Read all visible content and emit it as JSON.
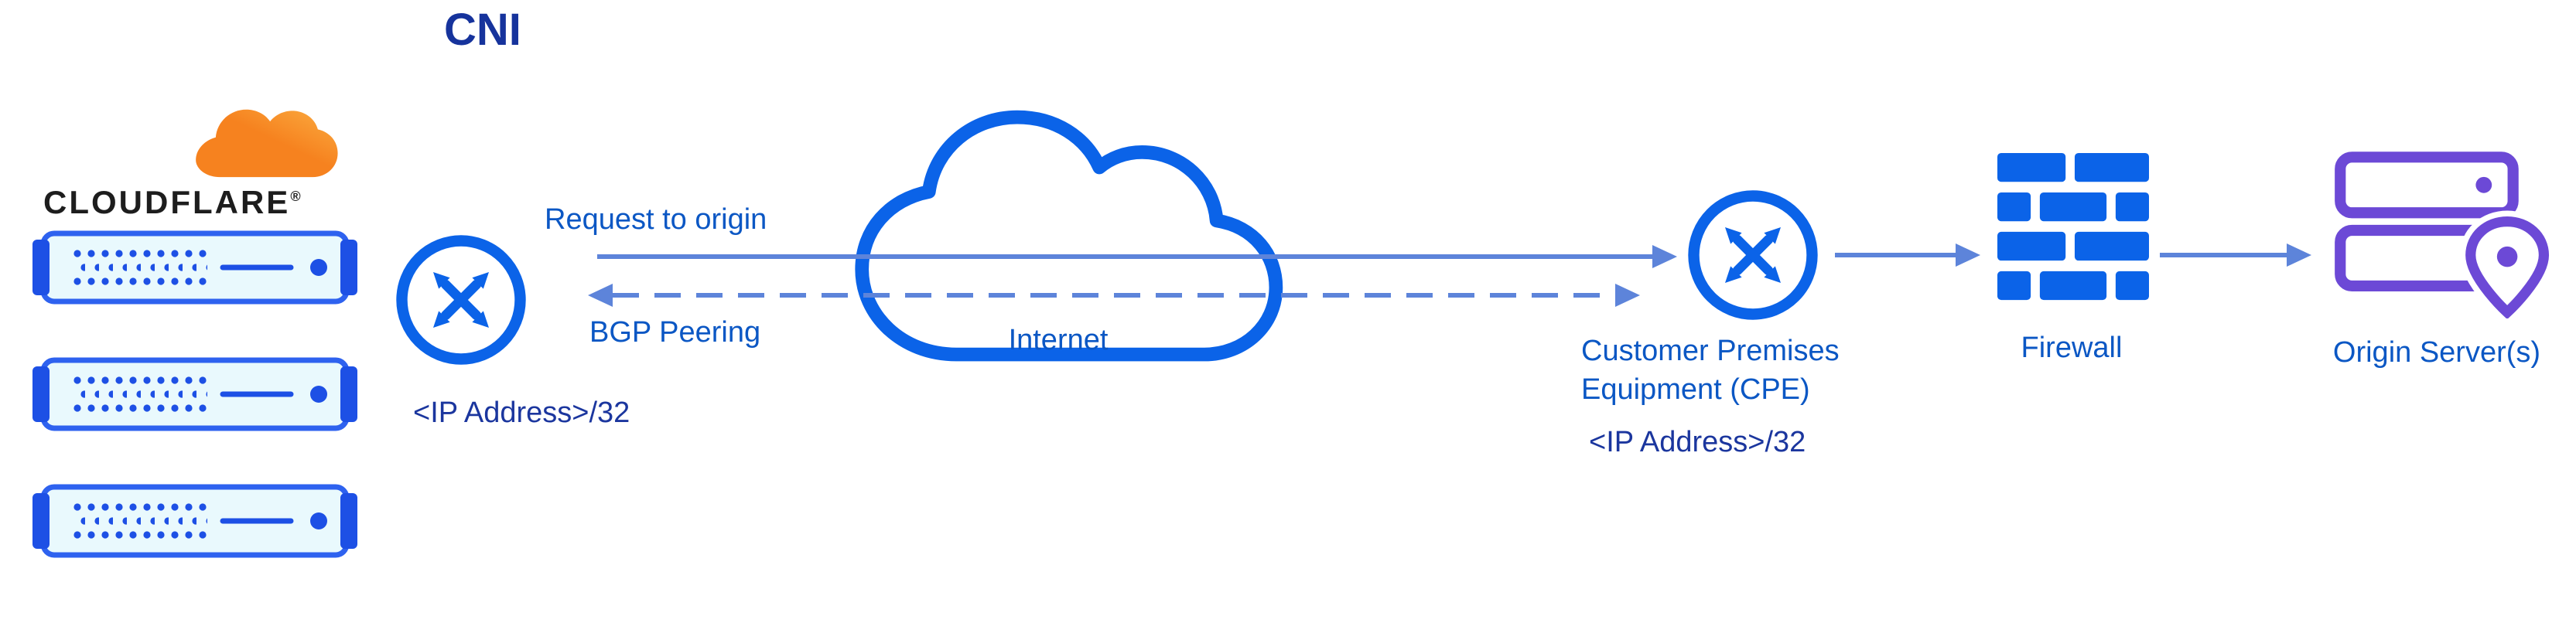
{
  "title": "CNI",
  "brand": {
    "wordmark": "CLOUDFLARE",
    "registered_mark": "®"
  },
  "nodes": {
    "cloudflare_edge": {
      "ip_label": "<IP Address>/32"
    },
    "internet": {
      "label": "Internet"
    },
    "cpe": {
      "label_line1": "Customer Premises",
      "label_line2": "Equipment (CPE)",
      "ip_label": "<IP Address>/32"
    },
    "firewall": {
      "label": "Firewall"
    },
    "origin": {
      "label": "Origin Server(s)"
    }
  },
  "edges": {
    "request_to_origin": {
      "label": "Request to origin",
      "style": "solid",
      "direction": "right"
    },
    "bgp_peering": {
      "label": "BGP Peering",
      "style": "dashed",
      "direction": "both"
    }
  },
  "colors": {
    "icon_blue": "#0b63e8",
    "arrow_blue": "#5d84da",
    "label_blue": "#0b57c4",
    "navy_text": "#1b369e",
    "logo_orange": "#f6821f",
    "logo_orange_light": "#fbad41",
    "origin_purple": "#6c49d6",
    "server_fill": "#e9f9fd",
    "server_blue": "#1d50e5"
  }
}
